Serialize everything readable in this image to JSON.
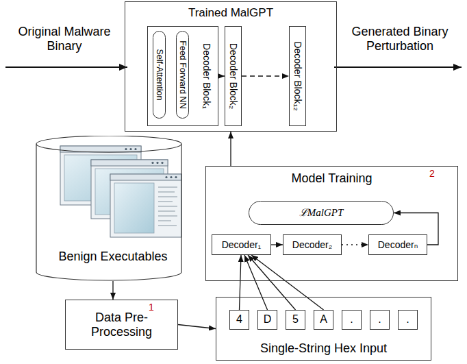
{
  "diagram": {
    "nodes": [
      {
        "text": [
          "Trained MalGPT"
        ]
      },
      {
        "text": [
          "Decoder Block₁"
        ],
        "in": 0
      },
      {
        "text": [
          "Self-Attention"
        ],
        "in": 1
      },
      {
        "text": [
          "Feed Forward NN"
        ],
        "in": 1
      },
      {
        "text": [
          "Decoder Block₂"
        ],
        "in": 0
      },
      {
        "text": [
          "Decoder Block₁₂"
        ],
        "in": 0
      },
      {
        "text": [
          "Benign Executables"
        ]
      },
      {
        "text": [
          "Model Training"
        ]
      },
      {
        "text": [
          "ℒMalGPT"
        ],
        "in": 7
      },
      {
        "text": [
          "Decoder₁"
        ],
        "in": 7
      },
      {
        "text": [
          "Decoder₂"
        ],
        "in": 7
      },
      {
        "text": [
          "Decoderₙ"
        ],
        "in": 7
      },
      {
        "text": [
          "Data Pre-Processing"
        ]
      },
      {
        "text": [
          "Single-String Hex Input"
        ]
      },
      {
        "text": [
          "4"
        ],
        "in": 13
      },
      {
        "text": [
          "D"
        ],
        "in": 13
      },
      {
        "text": [
          "5"
        ],
        "in": 13
      },
      {
        "text": [
          "A"
        ],
        "in": 13
      },
      {
        "text": [
          "."
        ],
        "in": 13
      },
      {
        "text": [
          "."
        ],
        "in": 13
      },
      {
        "text": [
          "."
        ],
        "in": 13
      }
    ],
    "edges": [
      {
        "from": 1,
        "to": 4,
        "arrow": "to"
      },
      {
        "from": 4,
        "to": 5,
        "arrow": "to"
      },
      {
        "from": 11,
        "to": 8,
        "arrow": "to"
      },
      {
        "from": 9,
        "to": 10,
        "arrow": "to"
      },
      {
        "from": 10,
        "to": 11,
        "arrow": "to"
      },
      {
        "from": 7,
        "to": 0,
        "arrow": "to"
      },
      {
        "from": 6,
        "to": 12,
        "arrow": "to"
      },
      {
        "from": 12,
        "to": 13,
        "arrow": "to"
      },
      {
        "from": 14,
        "to": 9,
        "arrow": "to"
      },
      {
        "from": 15,
        "to": 9,
        "arrow": "to"
      },
      {
        "from": 16,
        "to": 9,
        "arrow": "to"
      },
      {
        "from": 17,
        "to": 9,
        "arrow": "to"
      }
    ],
    "labels": [
      "Original Malware Binary",
      "Generated Binary Perturbation",
      "1",
      "2"
    ]
  }
}
